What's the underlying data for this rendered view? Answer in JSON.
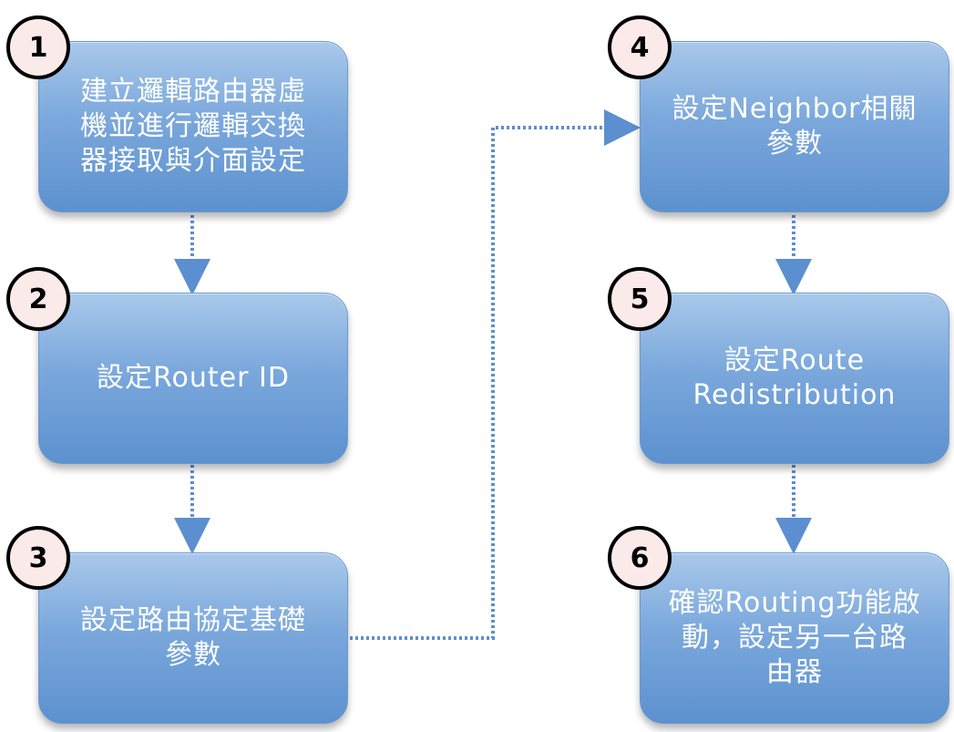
{
  "steps": [
    {
      "number": "1",
      "label": "建立邏輯路由器虛\n機並進行邏輯交換\n器接取與介面設定"
    },
    {
      "number": "2",
      "label": "設定Router ID"
    },
    {
      "number": "3",
      "label": "設定路由協定基礎\n參數"
    },
    {
      "number": "4",
      "label": "設定Neighbor相關\n參數"
    },
    {
      "number": "5",
      "label": "設定Route\nRedistribution"
    },
    {
      "number": "6",
      "label": "確認Routing功能啟\n動，設定另一台路\n由器"
    }
  ],
  "colors": {
    "box": "#6f9fd8",
    "badge_fill": "#fbeaea",
    "connector": "#5b8fcf"
  }
}
